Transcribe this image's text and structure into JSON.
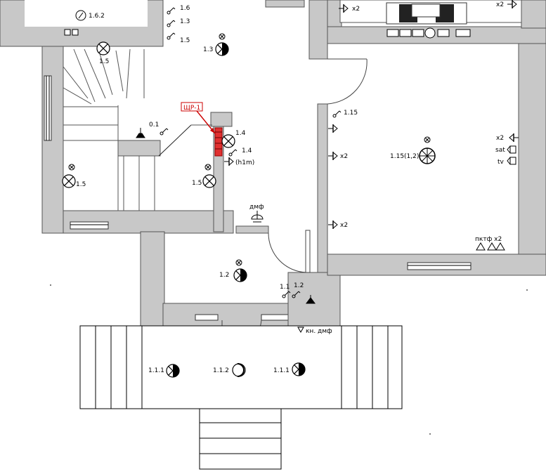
{
  "labels": {
    "l_1_6_2": "1.6.2",
    "l_1_6": "1.6",
    "l_1_3a": "1.3",
    "l_1_5a": "1.5",
    "l_1_3b": "1.3",
    "l_1_5b": "1.5",
    "shr1": "ЩР-1",
    "l_0_1": "0.1",
    "l_1_4a": "1.4",
    "l_1_4b": "1.4",
    "h1m": "(h1m)",
    "l_1_5c": "1.5",
    "l_1_5d": "1.5",
    "dmf": "дмф",
    "x2_top_left": "x2",
    "x2_top_right": "x2",
    "l_1_15": "1.15",
    "x2_left1": "x2",
    "x2_left2": "x2",
    "l_1_15_12": "1.15(1,2)",
    "x2_right": "x2",
    "sat": "sat",
    "tv": "tv",
    "pktf": "пктф x2",
    "l_1_2a": "1.2",
    "l_1_1": "1.1",
    "l_1_2b": "1.2",
    "kn_dmf": "кн. дмф",
    "l_1_1_1a": "1.1.1",
    "l_1_1_2": "1.1.2",
    "l_1_1_1b": "1.1.1"
  },
  "colors": {
    "wall": "#c8c8c8",
    "panel": "#e03030",
    "panel_label": "#cc0000",
    "line": "#000000"
  },
  "icons": [
    "ceiling-lamp-icon",
    "switch-icon",
    "socket-icon",
    "panel-icon",
    "smoke-detector-icon",
    "doorbell-icon",
    "wall-lamp-icon",
    "sconce-icon"
  ]
}
